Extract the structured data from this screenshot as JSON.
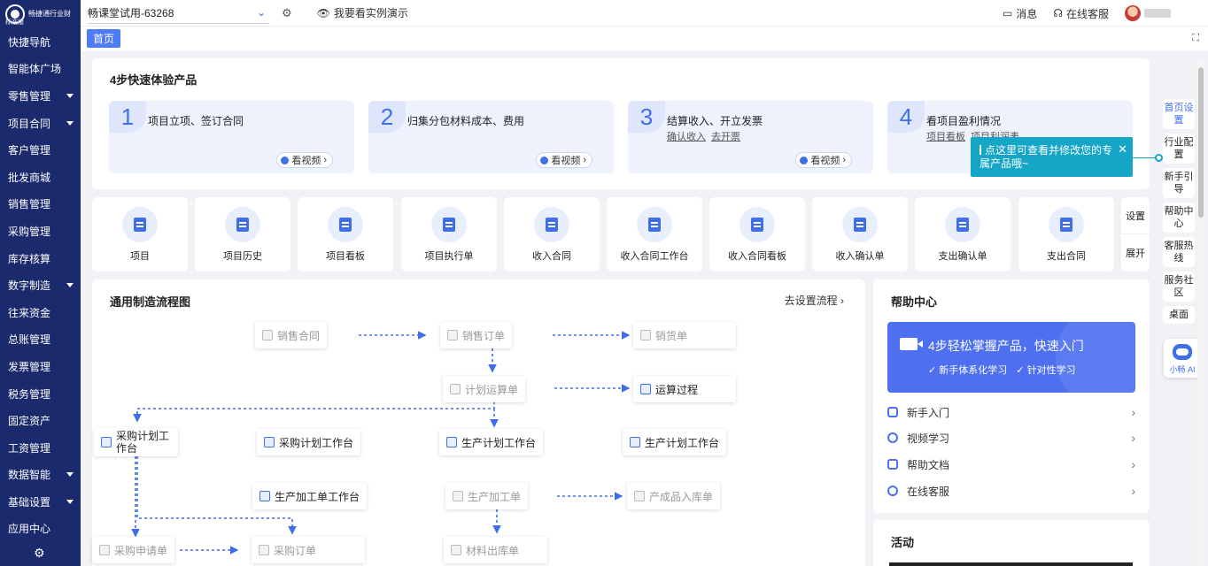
{
  "app": {
    "brand": "畅捷通行业财",
    "edition": "标准版",
    "account": "畅课堂试用-63268",
    "demo_link": "我要看实例演示",
    "messages": "消息",
    "support": "在线客服"
  },
  "sidebar": {
    "items": [
      {
        "label": "快捷导航",
        "caret": false
      },
      {
        "label": "智能体广场",
        "caret": false
      },
      {
        "label": "零售管理",
        "caret": true
      },
      {
        "label": "项目合同",
        "caret": true
      },
      {
        "label": "客户管理",
        "caret": false
      },
      {
        "label": "批发商城",
        "caret": false
      },
      {
        "label": "销售管理",
        "caret": false
      },
      {
        "label": "采购管理",
        "caret": false
      },
      {
        "label": "库存核算",
        "caret": false
      },
      {
        "label": "数字制造",
        "caret": true
      },
      {
        "label": "往来资金",
        "caret": false
      },
      {
        "label": "总账管理",
        "caret": false
      },
      {
        "label": "发票管理",
        "caret": false
      },
      {
        "label": "税务管理",
        "caret": false
      },
      {
        "label": "固定资产",
        "caret": false
      },
      {
        "label": "工资管理",
        "caret": false
      },
      {
        "label": "数据智能",
        "caret": true
      },
      {
        "label": "基础设置",
        "caret": true
      },
      {
        "label": "应用中心",
        "caret": false
      }
    ]
  },
  "tabs": {
    "home": "首页"
  },
  "steps": {
    "title": "4步快速体验产品",
    "items": [
      {
        "num": "1",
        "title": "项目立项、签订合同",
        "links": [],
        "video": "看视频"
      },
      {
        "num": "2",
        "title": "归集分包材料成本、费用",
        "links": [],
        "video": "看视频"
      },
      {
        "num": "3",
        "title": "结算收入、开立发票",
        "links": [
          "确认收入",
          "去开票"
        ],
        "video": "看视频"
      },
      {
        "num": "4",
        "title": "看项目盈利情况",
        "links": [
          "项目看板",
          "项目利润表"
        ],
        "video": ""
      }
    ]
  },
  "tooltip": {
    "text": "点这里可查看并修改您的专属产品哦~"
  },
  "quick": {
    "items": [
      "项目",
      "项目历史",
      "项目看板",
      "项目执行单",
      "收入合同",
      "收入合同工作台",
      "收入合同看板",
      "收入确认单",
      "支出确认单",
      "支出合同"
    ],
    "settings": "设置",
    "expand": "展开"
  },
  "flow": {
    "title": "通用制造流程图",
    "link": "去设置流程 ›",
    "nodes": {
      "sales_contract": "销售合同",
      "sales_order": "销售订单",
      "delivery": "销货单",
      "plan_calc": "计划运算单",
      "calc_process": "运算过程",
      "purchase_plan_ws": "采购计划工作台",
      "purchase_plan_wb": "采购计划工作台",
      "prod_plan_ws1": "生产计划工作台",
      "prod_plan_ws2": "生产计划工作台",
      "proc_ws": "生产加工单工作台",
      "proc_order": "生产加工单",
      "finished_in": "产成品入库单",
      "purchase_req": "采购申请单",
      "purchase_order": "采购订单",
      "material_out": "材料出库单"
    }
  },
  "help": {
    "title": "帮助中心",
    "banner_title": "4步轻松掌握产品，快速入门",
    "banner_tags": [
      "新手体系化学习",
      "针对性学习"
    ],
    "rows": [
      "新手入门",
      "视频学习",
      "帮助文档",
      "在线客服"
    ]
  },
  "activity": {
    "title": "活动"
  },
  "rail": {
    "items": [
      "首页设置",
      "行业配置",
      "新手引导",
      "帮助中心",
      "客服热线",
      "服务社区",
      "桌面"
    ],
    "robot_label": "小畅 AI"
  },
  "colors": {
    "sidebar": "#1a2a6c",
    "accent": "#3f6fe8",
    "tooltip": "#14a5c7"
  }
}
